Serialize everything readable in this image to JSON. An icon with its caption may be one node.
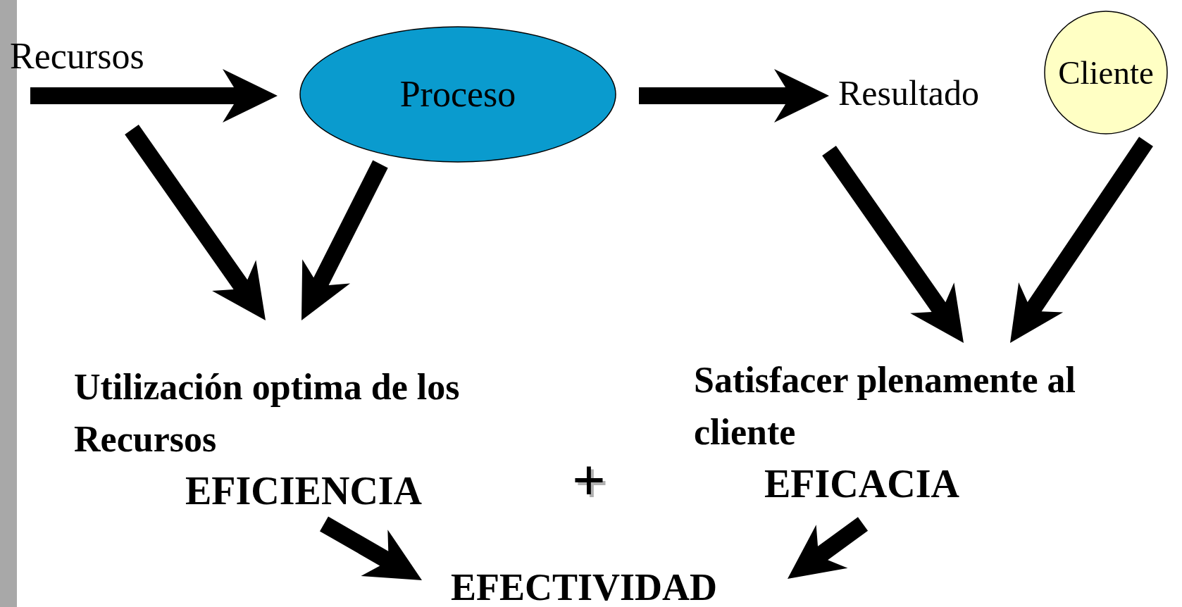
{
  "diagram": {
    "nodes": [
      {
        "text": [
          "Recursos"
        ]
      },
      {
        "text": [
          "Proceso"
        ]
      },
      {
        "text": [
          "Resultado"
        ]
      },
      {
        "text": [
          "Cliente"
        ]
      },
      {
        "text": [
          "Utilización optima de los Recursos",
          "EFICIENCIA"
        ]
      },
      {
        "text": [
          "Satisfacer plenamente al cliente",
          "EFICACIA"
        ]
      },
      {
        "text": [
          "EFECTIVIDAD"
        ]
      }
    ],
    "edges": [
      {
        "from": 0,
        "to": 1,
        "arrow": "to"
      },
      {
        "from": 1,
        "to": 2,
        "arrow": "to"
      },
      {
        "from": 0,
        "to": 4,
        "arrow": "to"
      },
      {
        "from": 1,
        "to": 4,
        "arrow": "to"
      },
      {
        "from": 2,
        "to": 5,
        "arrow": "to"
      },
      {
        "from": 3,
        "to": 5,
        "arrow": "to"
      },
      {
        "from": 4,
        "to": 6,
        "arrow": "to"
      },
      {
        "from": 5,
        "to": 6,
        "arrow": "to"
      }
    ],
    "labels": [
      "+"
    ]
  }
}
